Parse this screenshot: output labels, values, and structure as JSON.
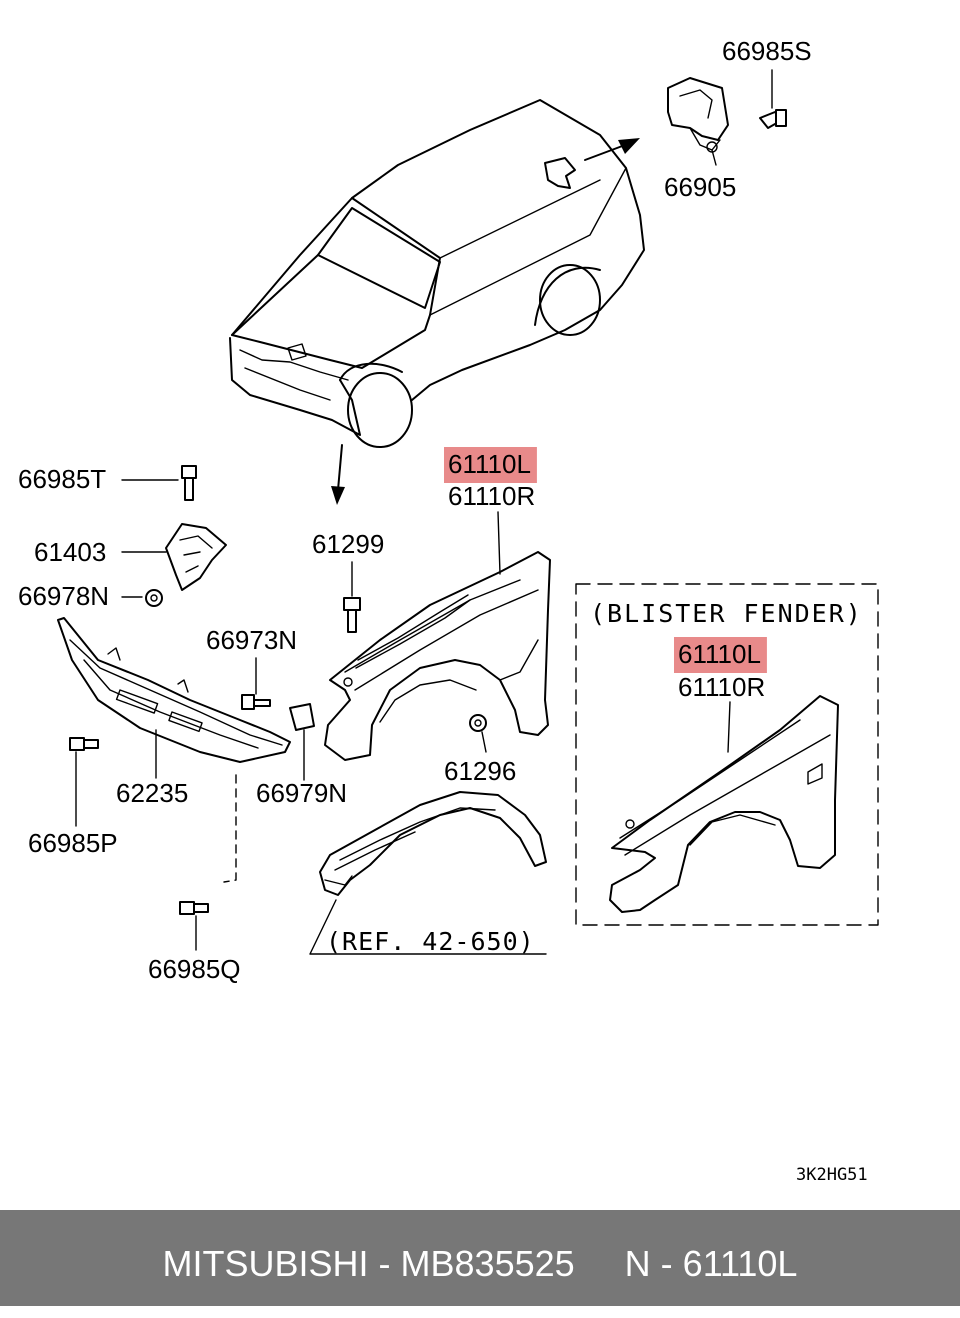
{
  "labels": {
    "bracket_bolt": "66985S",
    "bracket": "66905",
    "bolt_t": "66985T",
    "bracket_left": "61403",
    "nut_n": "66978N",
    "grille_panel": "62235",
    "bolt_p": "66985P",
    "bolt_q": "66985Q",
    "screw_73n": "66973N",
    "clip_79n": "66979N",
    "bolt_299": "61299",
    "nut_296": "61296",
    "fender_left": "61110L",
    "fender_right": "61110R",
    "blister_left": "61110L",
    "blister_right": "61110R"
  },
  "blister_title": "(BLISTER FENDER)",
  "ref_note": "(REF. 42-650)",
  "drawing_code": "3K2HG51",
  "highlight_color": "#e88a8a",
  "footer": {
    "text": "MITSUBISHI - MB835525     N - 61110L",
    "background": "#777777"
  }
}
